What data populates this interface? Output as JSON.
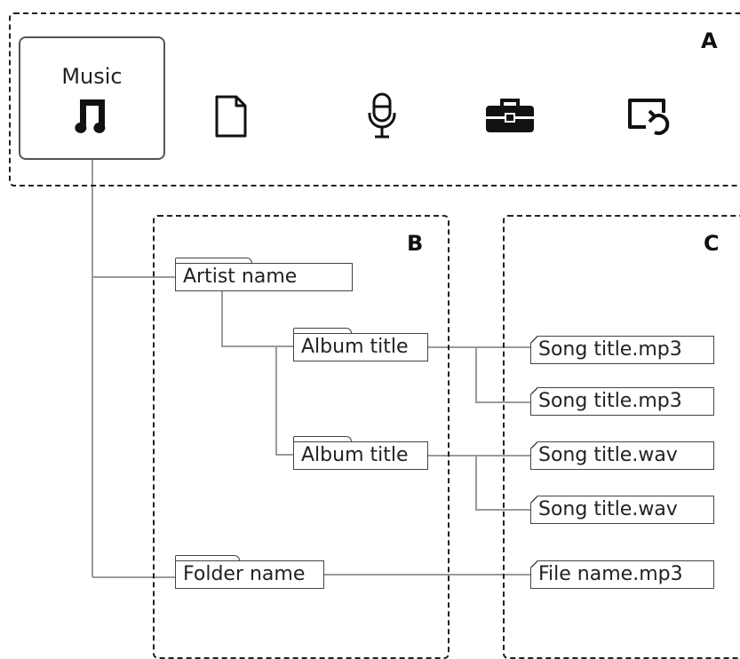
{
  "regions": {
    "a_label": "A",
    "b_label": "B",
    "c_label": "C"
  },
  "tabs": [
    {
      "label": "Music",
      "icon": "music-note-icon",
      "selected": true
    },
    {
      "label": "",
      "icon": "file-icon",
      "selected": false
    },
    {
      "label": "",
      "icon": "microphone-icon",
      "selected": false
    },
    {
      "label": "",
      "icon": "toolbox-icon",
      "selected": false
    },
    {
      "label": "",
      "icon": "return-icon",
      "selected": false
    }
  ],
  "tree": {
    "artist": "Artist name",
    "albums": [
      {
        "title": "Album title",
        "songs": [
          "Song title.mp3",
          "Song title.mp3"
        ]
      },
      {
        "title": "Album title",
        "songs": [
          "Song title.wav",
          "Song title.wav"
        ]
      }
    ],
    "folder": "Folder name",
    "folder_file": "File name.mp3"
  },
  "colors": {
    "border": "#222222",
    "line": "#999999"
  }
}
